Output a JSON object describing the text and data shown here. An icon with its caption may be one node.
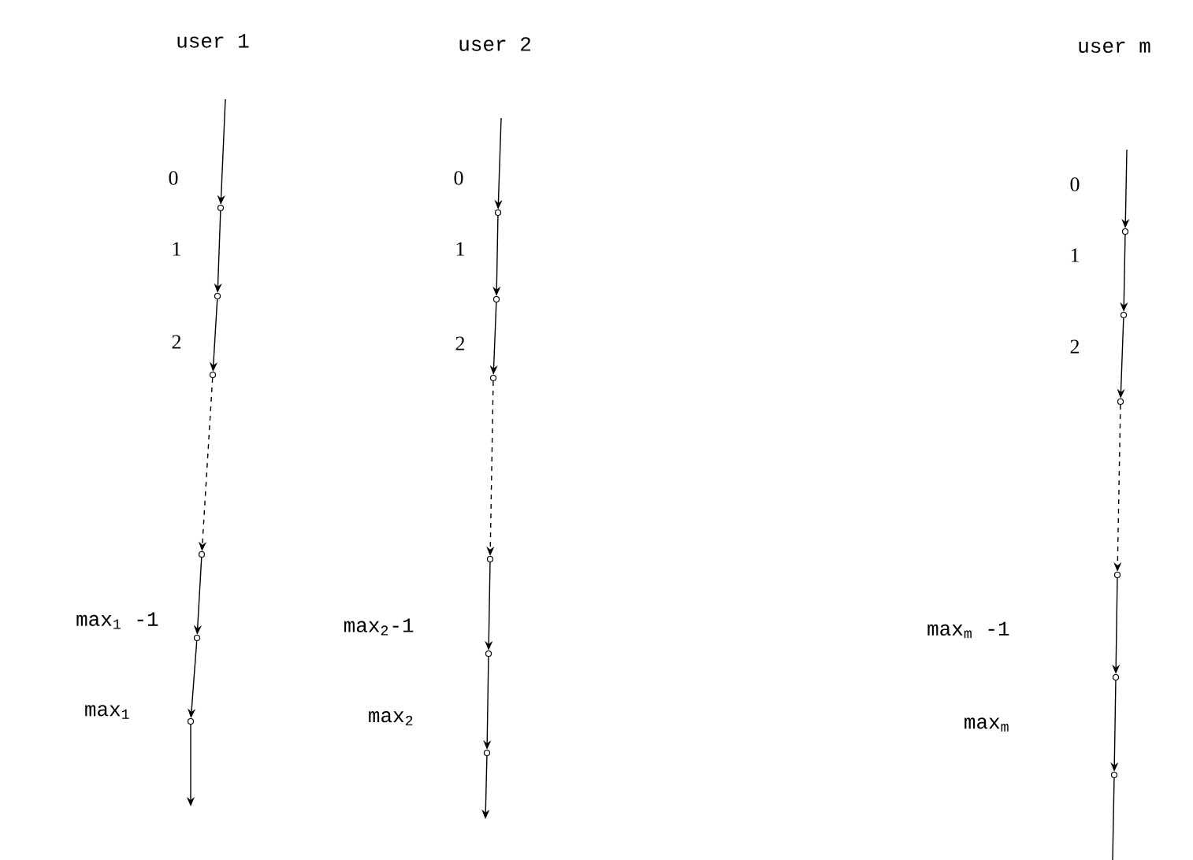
{
  "diagram": {
    "nodes": [
      {
        "text": [],
        "shape": "circle",
        "beside": [
          "0"
        ]
      },
      {
        "text": [],
        "shape": "circle",
        "beside": [
          "1"
        ]
      },
      {
        "text": [],
        "shape": "circle",
        "beside": [
          "2"
        ]
      },
      {
        "text": [],
        "shape": "circle"
      },
      {
        "text": [],
        "shape": "circle",
        "beside": [
          "max$_{1}$ -1"
        ]
      },
      {
        "text": [],
        "shape": "circle",
        "beside": [
          "max$_{1}$"
        ]
      },
      {
        "text": [],
        "shape": "circle",
        "beside": [
          "0"
        ]
      },
      {
        "text": [],
        "shape": "circle",
        "beside": [
          "1"
        ]
      },
      {
        "text": [],
        "shape": "circle",
        "beside": [
          "2"
        ]
      },
      {
        "text": [],
        "shape": "circle"
      },
      {
        "text": [],
        "shape": "circle"
      },
      {
        "text": [],
        "shape": "circle"
      },
      {
        "text": [],
        "shape": "circle",
        "beside": [
          "0"
        ]
      },
      {
        "text": [],
        "shape": "circle",
        "beside": [
          "1"
        ]
      },
      {
        "text": [],
        "shape": "circle",
        "beside": [
          "2"
        ]
      },
      {
        "text": [],
        "shape": "circle"
      },
      {
        "text": [],
        "shape": "circle"
      },
      {
        "text": [],
        "shape": "circle"
      }
    ],
    "edges": [
      {
        "from": null,
        "to": 0,
        "arrow": "to"
      },
      {
        "from": 0,
        "to": 1,
        "arrow": "to"
      },
      {
        "from": 1,
        "to": 2,
        "arrow": "to"
      },
      {
        "from": 2,
        "to": 3,
        "arrow": "to",
        "style": "dashed"
      },
      {
        "from": 3,
        "to": 4,
        "arrow": "to"
      },
      {
        "from": 4,
        "to": 5,
        "arrow": "to"
      },
      {
        "from": 5,
        "to": null,
        "arrow": "to"
      },
      {
        "from": null,
        "to": 6,
        "arrow": "to"
      },
      {
        "from": 6,
        "to": 7,
        "arrow": "to"
      },
      {
        "from": 7,
        "to": 8,
        "arrow": "to"
      },
      {
        "from": 8,
        "to": 9,
        "arrow": "to",
        "style": "dashed"
      },
      {
        "from": 9,
        "to": 10,
        "arrow": "to"
      },
      {
        "from": 10,
        "to": 11,
        "arrow": "to"
      },
      {
        "from": 11,
        "to": null,
        "arrow": "to"
      },
      {
        "from": null,
        "to": 12,
        "arrow": "to"
      },
      {
        "from": 12,
        "to": 13,
        "arrow": "to"
      },
      {
        "from": 13,
        "to": 14,
        "arrow": "to"
      },
      {
        "from": 14,
        "to": 15,
        "arrow": "to",
        "style": "dashed"
      },
      {
        "from": 15,
        "to": 16,
        "arrow": "to"
      },
      {
        "from": 16,
        "to": 17,
        "arrow": "to"
      },
      {
        "from": 17,
        "to": null,
        "arrow": "none"
      }
    ],
    "labels": [
      "user 1",
      "user 2",
      "user m",
      "max$_{2}$-1",
      "max$_{m}$ -1",
      "max$_{2}$",
      "max$_{m}$"
    ]
  }
}
